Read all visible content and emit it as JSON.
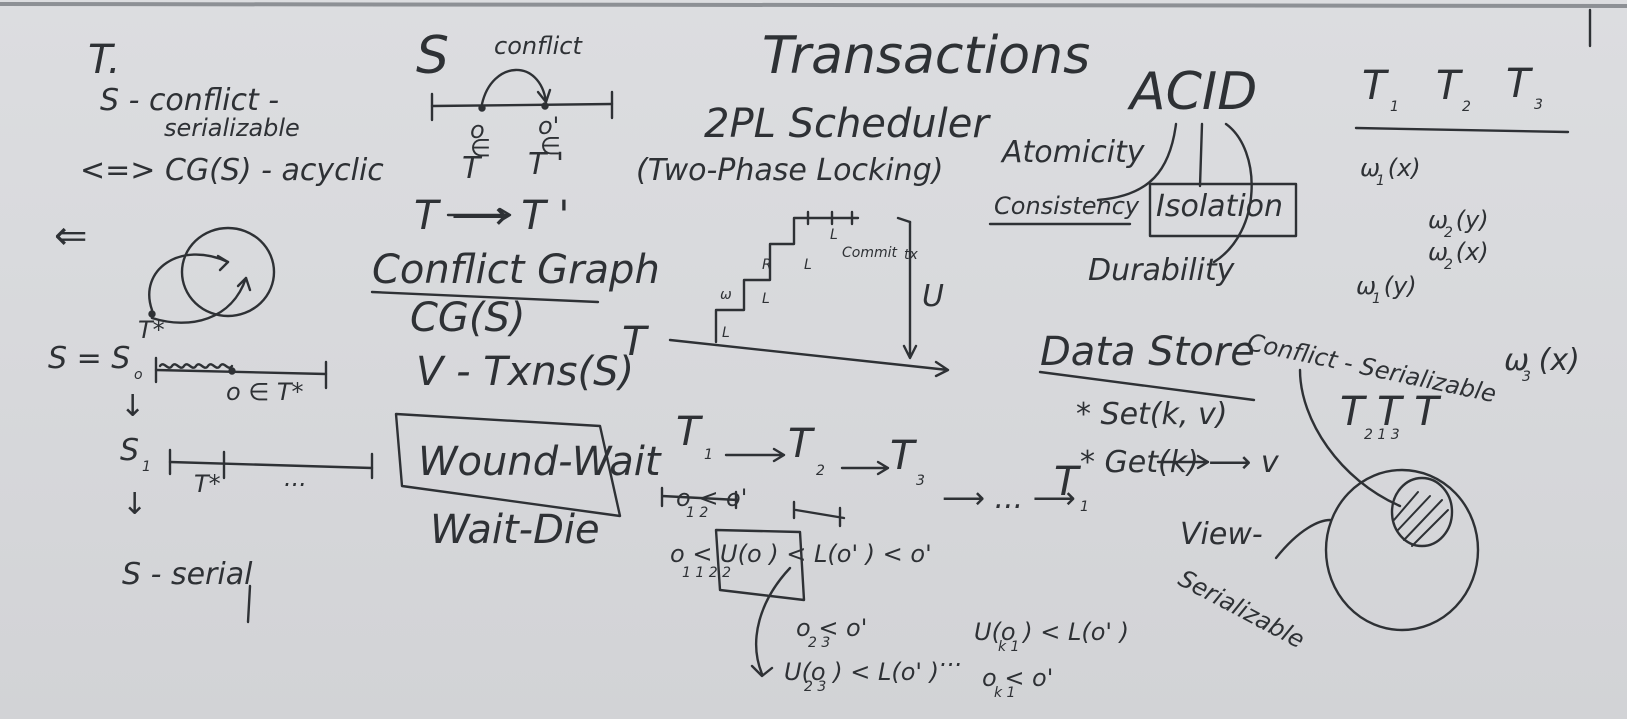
{
  "board": {
    "title": "Transactions",
    "left_col": {
      "t_head": "T.",
      "s_conflict": "S - conflict -",
      "serializable": "serializable",
      "iff_line": "<=> CG(S) - acyclic",
      "implies": "⇐",
      "t_star": "T*",
      "s_eq_s0": "S = S",
      "s0_sub": "o",
      "o_in_t": "o ∈ T*",
      "s1": "S",
      "s1_sub": "1",
      "t_star_2": "T*",
      "ellipsis": "...",
      "s_serial": "S - serial",
      "arrow_down_1": "↓",
      "arrow_down_2": "↓"
    },
    "conflict_col": {
      "s_head": "S",
      "conflict": "conflict",
      "o": "o",
      "o_prime": "o'",
      "in1": "∈",
      "in2": "∈",
      "t": "T",
      "t_prime": "T '",
      "t_arrow": "T ⟶ T '",
      "conflict_graph": "Conflict Graph",
      "cg_s": "CG(S)",
      "v_txns": "V - Txns(S)",
      "wound_wait": "Wound-Wait",
      "wait_die": "Wait-Die"
    },
    "scheduler": {
      "title": "2PL Scheduler",
      "subtitle": "(Two-Phase Locking)",
      "t_axis": "T",
      "w": "ω",
      "r": "R",
      "l1": "L",
      "l2": "L",
      "l3": "L",
      "l4": "L",
      "commit": "Commit",
      "tx": "tx",
      "u": "U",
      "t1": "T",
      "t1_sub": "1",
      "t2": "T",
      "t2_sub": "2",
      "t3": "T",
      "t3_sub": "3",
      "arrows": "⟶ ... ⟶",
      "tn": "T",
      "tn_sub": "1",
      "ineq1": "o  <  o'",
      "ineq1_subs": "1       2",
      "ineq2": "o  < U(o ) < L(o' ) < o'",
      "ineq2_subs": "1          1          2         2",
      "ineq3": "o   <  o'",
      "ineq3_subs": "2         3",
      "ineq4": "U(o ) < L(o' )",
      "ineq4_subs": "2          3",
      "dots": "...",
      "ineq5": "U(o ) < L(o' )",
      "ineq5_subs": "k          1",
      "ineq6": "o   <  o'",
      "ineq6_subs": "k          1"
    },
    "acid": {
      "acid": "ACID",
      "atomicity": "Atomicity",
      "consistency": "Consistency",
      "isolation": "Isolation",
      "durability": "Durability",
      "data_store": "Data Store",
      "set": "* Set(k, v)",
      "get": "* Get(k) ⟶ v",
      "view_ser_1": "View-",
      "view_ser_2": "Serializable"
    },
    "right_col": {
      "t1": "T",
      "t1_sub": "1",
      "t2": "T",
      "t2_sub": "2",
      "t3": "T",
      "t3_sub": "3",
      "w1x": "ω (x)",
      "w1x_sub": "1",
      "w2y": "ω (y)",
      "w2y_sub": "2",
      "w2x": "ω (x)",
      "w2x_sub": "2",
      "w1y": "ω (y)",
      "w1y_sub": "1",
      "w3x": "ω (x)",
      "w3x_sub": "3",
      "conflict_ser": "Conflict - Serializable",
      "order": "T  T  T",
      "order_subs": "2    1    3",
      "corner_mark": "|"
    },
    "ink_color": "#2e3135",
    "board_color": "#d9dadc"
  }
}
